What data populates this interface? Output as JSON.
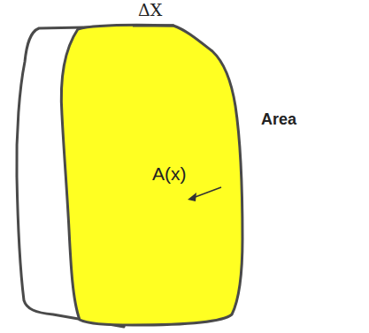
{
  "diagram": {
    "labels": [
      "ΔX",
      "Area",
      "A(x)"
    ]
  }
}
